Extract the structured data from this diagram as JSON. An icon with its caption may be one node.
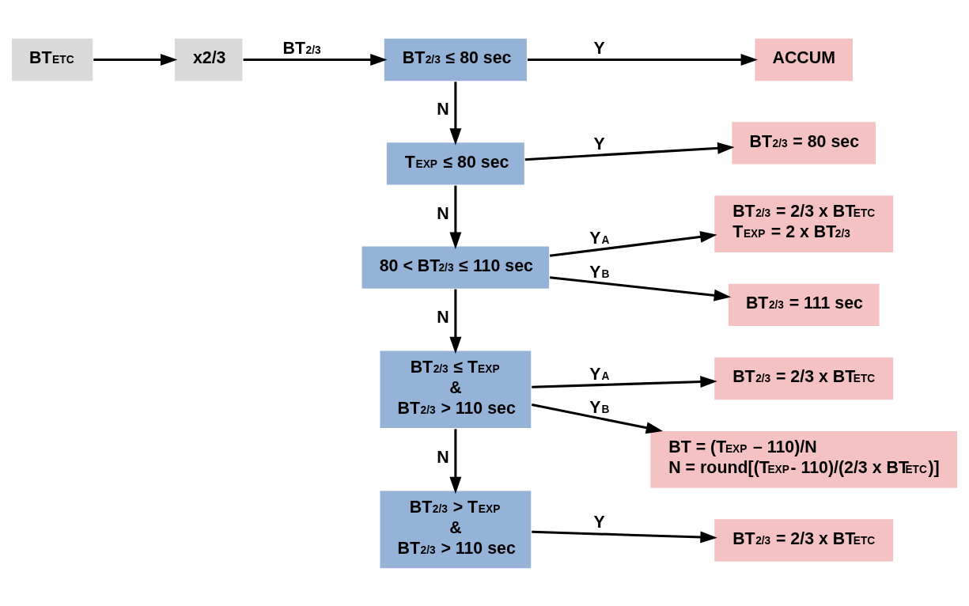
{
  "diagram": {
    "nodes": [
      {
        "text": [
          "BT$_{ETC}$"
        ]
      },
      {
        "text": [
          "x2/3"
        ]
      },
      {
        "text": [
          "BT$_{2/3}$ ≤ 80 sec"
        ]
      },
      {
        "text": [
          "ACCUM"
        ]
      },
      {
        "text": [
          "T$_{EXP}$ ≤ 80 sec"
        ]
      },
      {
        "text": [
          "BT$_{2/3}$ = 80 sec"
        ]
      },
      {
        "text": [
          "80 < BT$_{2/3}$ ≤ 110 sec"
        ]
      },
      {
        "text": [
          "BT$_{2/3}$ = 2/3 x BT$_{ETC}$",
          "T$_{EXP}$ = 2 x BT$_{2/3}$"
        ]
      },
      {
        "text": [
          "BT$_{2/3}$ = 111 sec"
        ]
      },
      {
        "text": [
          "BT$_{2/3}$ ≤ T$_{EXP}$",
          "&",
          "BT$_{2/3}$ > 110 sec"
        ]
      },
      {
        "text": [
          "BT$_{2/3}$ = 2/3 x BT$_{ETC}$"
        ]
      },
      {
        "text": [
          "BT = (T$_{EXP}$ – 110)/N",
          "N = round[(T$_{EXP}$- 110)/(2/3 x BT$_{ETC}$)]"
        ]
      },
      {
        "text": [
          "BT$_{2/3}$ > T$_{EXP}$",
          "&",
          "BT$_{2/3}$ > 110 sec"
        ]
      },
      {
        "text": [
          "BT$_{2/3}$ = 2/3 x BT$_{ETC}$"
        ]
      }
    ],
    "edges": [
      {
        "from": 0,
        "to": 1,
        "arrow": "to"
      },
      {
        "from": 1,
        "to": 2,
        "arrow": "to",
        "label": "BT$_{2/3}$"
      },
      {
        "from": 2,
        "to": 3,
        "arrow": "to",
        "label": "Y"
      },
      {
        "from": 2,
        "to": 4,
        "arrow": "to",
        "label": "N"
      },
      {
        "from": 4,
        "to": 5,
        "arrow": "to",
        "label": "Y"
      },
      {
        "from": 4,
        "to": 6,
        "arrow": "to",
        "label": "N"
      },
      {
        "from": 6,
        "to": 7,
        "arrow": "to",
        "label": "Y$_{A}$"
      },
      {
        "from": 6,
        "to": 8,
        "arrow": "to",
        "label": "Y$_{B}$"
      },
      {
        "from": 6,
        "to": 9,
        "arrow": "to",
        "label": "N"
      },
      {
        "from": 9,
        "to": 10,
        "arrow": "to",
        "label": "Y$_{A}$"
      },
      {
        "from": 9,
        "to": 11,
        "arrow": "to",
        "label": "Y$_{B}$"
      },
      {
        "from": 9,
        "to": 12,
        "arrow": "to",
        "label": "N"
      },
      {
        "from": 12,
        "to": 13,
        "arrow": "to",
        "label": "Y"
      }
    ]
  }
}
